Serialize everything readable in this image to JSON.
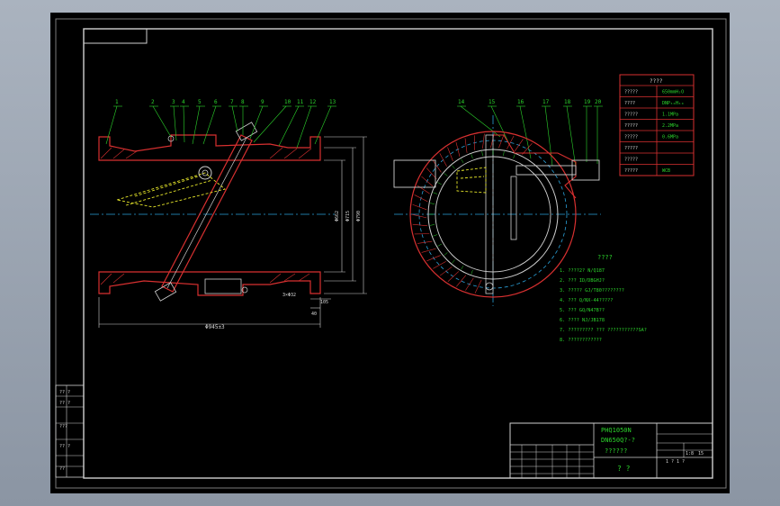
{
  "colors": {
    "background": "#000000",
    "frame": "#d0d0d0",
    "part_outline": "#d83030",
    "centerline": "#2aa0d8",
    "annotation": "#2cd52c",
    "hidden_part": "#e6e62a",
    "dimension": "#d0d0d0"
  },
  "balloons_left": [
    "1",
    "2",
    "3",
    "4",
    "5",
    "6",
    "7",
    "8",
    "9",
    "10",
    "11",
    "12",
    "13"
  ],
  "balloons_right": [
    "14",
    "15",
    "16",
    "17",
    "18",
    "19",
    "20"
  ],
  "dimensions": {
    "overall_length": "Φ945±3",
    "flange_thickness": "3×Φ32",
    "small_gap": "105",
    "bottom_gap": "40",
    "diam_1": "Φ662",
    "diam_2": "Φ715",
    "diam_3": "Φ790"
  },
  "param_table": {
    "title": "????",
    "rows": [
      {
        "label": "?????",
        "value": "650mmH₂O"
      },
      {
        "label": "????",
        "value": "DNP₅₀H₅₀"
      },
      {
        "label": "?????",
        "value": "1.1MPa"
      },
      {
        "label": "?????",
        "value": "2.2MPa"
      },
      {
        "label": "?????",
        "value": "0.6MPa"
      },
      {
        "label": "?????",
        "value": ""
      },
      {
        "label": "?????",
        "value": ""
      },
      {
        "label": "?????",
        "value": "WCB"
      }
    ]
  },
  "notes": {
    "title": "????",
    "lines": [
      "1. ????2?     N/Q187",
      "2. ???  ID/DBGHJ?",
      "3. ?????   GJ/T80????????",
      "4. ???  Q/NX-44?????",
      "5. ???  GQ/N47B??",
      "6. ????    NJ/JB178",
      "7. ????????? ???  ???????????SA?",
      "8. ????????????"
    ]
  },
  "title_block": {
    "drawing_no": "PHQ1050N",
    "model": "DN650Q?-?",
    "name": "??????",
    "company": "? ?",
    "scale": "1:8",
    "sheet": "1 ? 1 ?",
    "weight": "15"
  },
  "left_strip": {
    "cells": [
      "?? ?",
      "?? ?",
      "???",
      "?? ?",
      "??"
    ]
  }
}
